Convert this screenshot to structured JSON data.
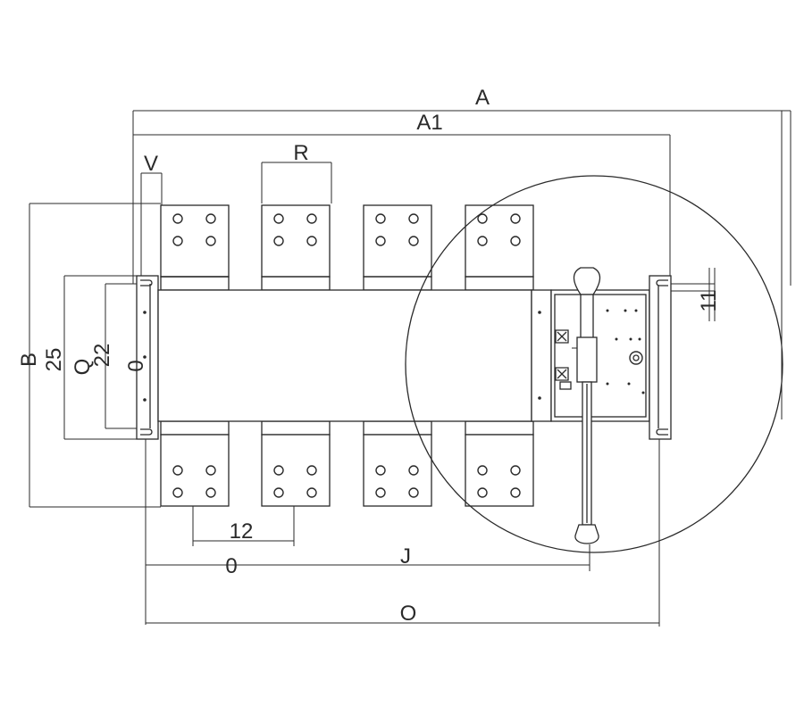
{
  "dimensions": {
    "A": "A",
    "A1": "A1",
    "V": "V",
    "R": "R",
    "B": "B",
    "d25": "25",
    "Q": "Q",
    "d22": "22",
    "d0_left": "0",
    "d11": "11",
    "d12": "12",
    "d0_bottom": "0",
    "J": "J",
    "O": "O"
  }
}
